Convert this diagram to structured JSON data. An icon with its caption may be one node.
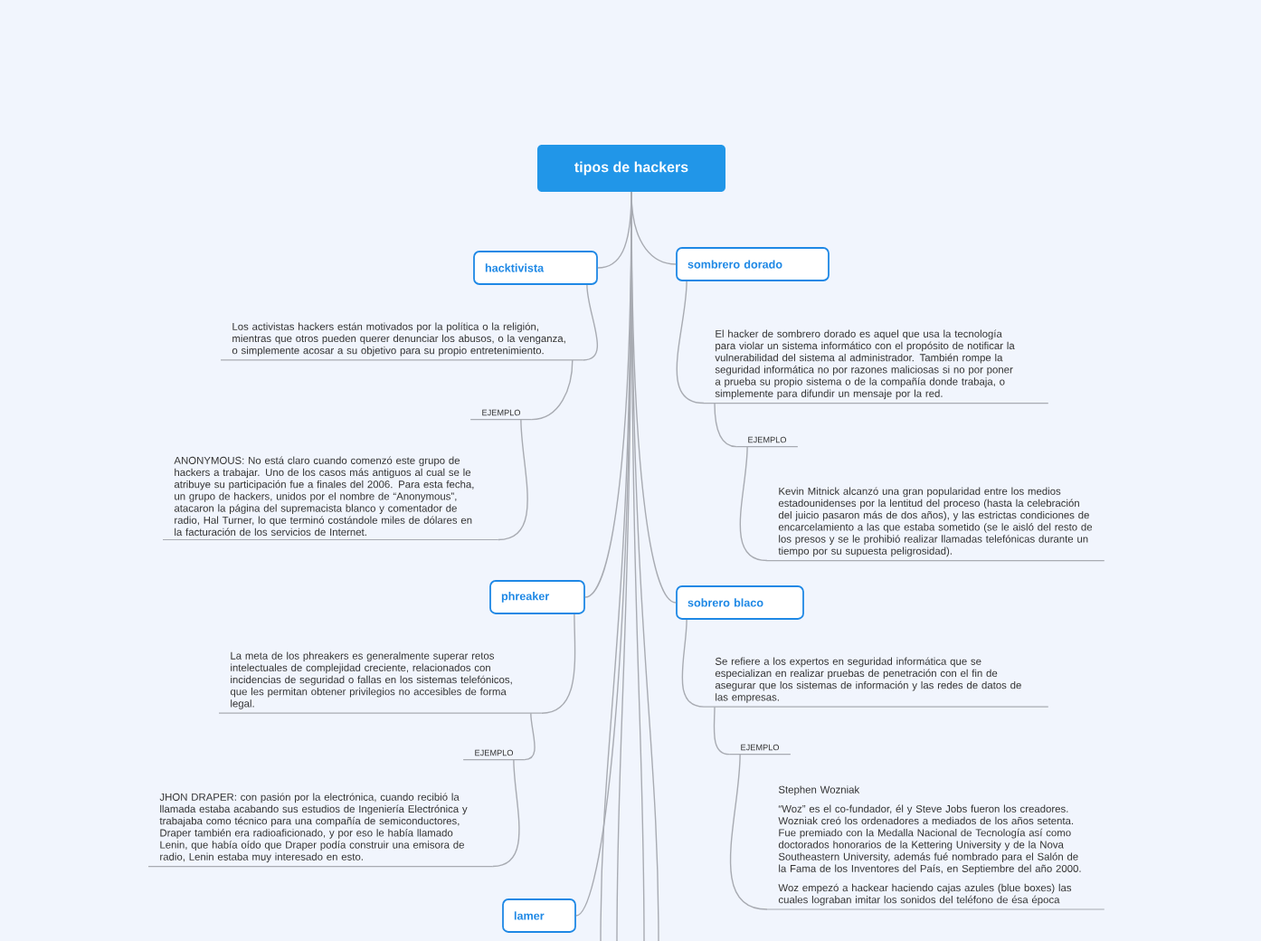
{
  "diagram": {
    "nodes": [
      {
        "text": [
          "tipos de hackers"
        ]
      },
      {
        "text": [
          "hacktivista"
        ]
      },
      {
        "text": [
          "Los activistas hackers están motivados por la política o la religión, mientras que otros pueden querer denunciar los abusos, o la venganza, o simplemente acosar a su objetivo para su propio entretenimiento."
        ]
      },
      {
        "text": [
          "EJEMPLO"
        ]
      },
      {
        "text": [
          "ANONYMOUS: No está claro cuando comenzó este grupo de hackers a trabajar. Uno de los casos más antiguos al cual se le atribuye su participación fue a finales del 2006. Para esta fecha, un grupo de hackers, unidos por el nombre de “Anonymous”, atacaron la página del supremacista blanco y comentador de radio, Hal Turner, lo que terminó costándole miles de dólares en la facturación de los servicios de Internet."
        ]
      },
      {
        "text": [
          "sombrero dorado"
        ]
      },
      {
        "text": [
          "El hacker de sombrero dorado es aquel que usa la tecnología para violar un sistema informático con el propósito de notificar la vulnerabilidad del sistema al administrador. También rompe la seguridad informática no por razones maliciosas si no por poner a prueba su propio sistema o de la compañía donde trabaja, o simplemente para difundir un mensaje por la red."
        ]
      },
      {
        "text": [
          "EJEMPLO"
        ]
      },
      {
        "text": [
          "Kevin Mitnick alcanzó una gran popularidad entre los medios estadounidenses por la lentitud del proceso (hasta la celebración del juicio pasaron más de dos años), y las estrictas condiciones de encarcelamiento a las que estaba sometido (se le aisló del resto de los presos y se le prohibió realizar llamadas telefónicas durante un tiempo por su supuesta peligrosidad)."
        ]
      },
      {
        "text": [
          "phreaker"
        ]
      },
      {
        "text": [
          "La meta de los phreakers es generalmente superar retos intelectuales de complejidad creciente, relacionados con incidencias de seguridad o fallas en los sistemas telefónicos, que les permitan obtener privilegios no accesibles de forma legal."
        ]
      },
      {
        "text": [
          "EJEMPLO"
        ]
      },
      {
        "text": [
          "JHON DRAPER: con pasión por la electrónica, cuando recibió la llamada estaba acabando sus estudios de Ingeniería Electrónica y trabajaba como técnico para una compañía de semiconductores, Draper también era radioaficionado, y por eso le había llamado Lenin, que había oído que Draper podía construir una emisora de radio, Lenin estaba muy interesado en esto."
        ]
      },
      {
        "text": [
          "sobrero blaco"
        ]
      },
      {
        "text": [
          "Se refiere a los expertos en seguridad informática que se especializan en realizar pruebas de penetración con el fin de asegurar que los sistemas de información y las redes de datos de las empresas."
        ]
      },
      {
        "text": [
          "EJEMPLO"
        ]
      },
      {
        "text": [
          "Stephen Wozniak",
          "“Woz” es el co-fundador, él y Steve Jobs fueron los creadores. Wozniak creó los ordenadores a mediados de los años setenta. Fue premiado con la Medalla Nacional de Tecnología así como doctorados honorarios de la Kettering University y de la Nova Southeastern University, además fué nombrado para el Salón de la Fama de los Inventores del País, en Septiembre del año 2000.",
          "Woz empezó a hackear haciendo cajas azules (blue boxes) las cuales lograban imitar los sonidos del teléfono de ésa época"
        ]
      },
      {
        "text": [
          "lamer"
        ]
      }
    ],
    "edges": [
      {
        "from": 0,
        "to": 1,
        "arrow": "none"
      },
      {
        "from": 1,
        "to": 2,
        "arrow": "none"
      },
      {
        "from": 2,
        "to": 3,
        "arrow": "none"
      },
      {
        "from": 3,
        "to": 4,
        "arrow": "none"
      },
      {
        "from": 0,
        "to": 5,
        "arrow": "none"
      },
      {
        "from": 5,
        "to": 6,
        "arrow": "none"
      },
      {
        "from": 6,
        "to": 7,
        "arrow": "none"
      },
      {
        "from": 7,
        "to": 8,
        "arrow": "none"
      },
      {
        "from": 0,
        "to": 9,
        "arrow": "none"
      },
      {
        "from": 9,
        "to": 10,
        "arrow": "none"
      },
      {
        "from": 10,
        "to": 11,
        "arrow": "none"
      },
      {
        "from": 11,
        "to": 12,
        "arrow": "none"
      },
      {
        "from": 0,
        "to": 13,
        "arrow": "none"
      },
      {
        "from": 13,
        "to": 14,
        "arrow": "none"
      },
      {
        "from": 14,
        "to": 15,
        "arrow": "none"
      },
      {
        "from": 15,
        "to": 16,
        "arrow": "none"
      },
      {
        "from": 0,
        "to": 17,
        "arrow": "none"
      },
      {
        "from": 0,
        "to": null,
        "arrow": "none"
      },
      {
        "from": 0,
        "to": null,
        "arrow": "none"
      },
      {
        "from": 0,
        "to": null,
        "arrow": "none"
      },
      {
        "from": 0,
        "to": null,
        "arrow": "none"
      }
    ]
  }
}
